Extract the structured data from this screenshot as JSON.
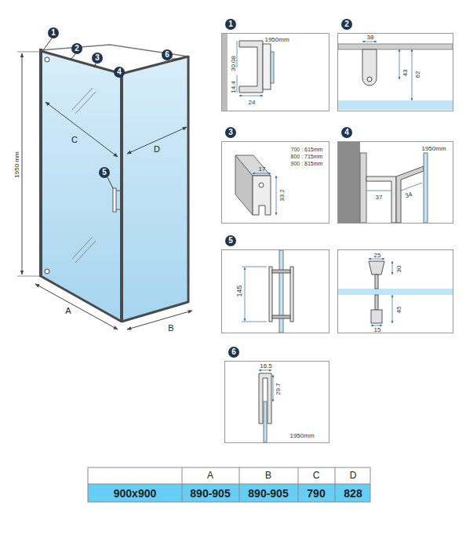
{
  "diagram": {
    "nodes": [
      {
        "text": [
          "1"
        ]
      },
      {
        "text": [
          "2"
        ]
      },
      {
        "text": [
          "3"
        ]
      },
      {
        "text": [
          "4"
        ]
      },
      {
        "text": [
          "5"
        ]
      },
      {
        "text": [
          "6"
        ]
      },
      {
        "text": [
          "1",
          "1950mm",
          "30.08",
          "14.4",
          "24"
        ]
      },
      {
        "text": [
          "2",
          "38",
          "43",
          "62"
        ]
      },
      {
        "text": [
          "3",
          "700 : 615mm",
          "800 : 715mm",
          "900 : 815mm",
          "17",
          "33.2"
        ]
      },
      {
        "text": [
          "4",
          "1950mm",
          "37",
          "34"
        ]
      },
      {
        "text": [
          "5",
          "145"
        ]
      },
      {
        "text": [
          "25",
          "30",
          "45",
          "15"
        ]
      },
      {
        "text": [
          "6",
          "16.5",
          "29.7",
          "1950mm"
        ]
      }
    ],
    "labels": [
      "1950 mm",
      "C",
      "D",
      "A",
      "B",
      "900x900",
      "A",
      "B",
      "C",
      "D",
      "890-905",
      "890-905",
      "790",
      "828"
    ]
  }
}
